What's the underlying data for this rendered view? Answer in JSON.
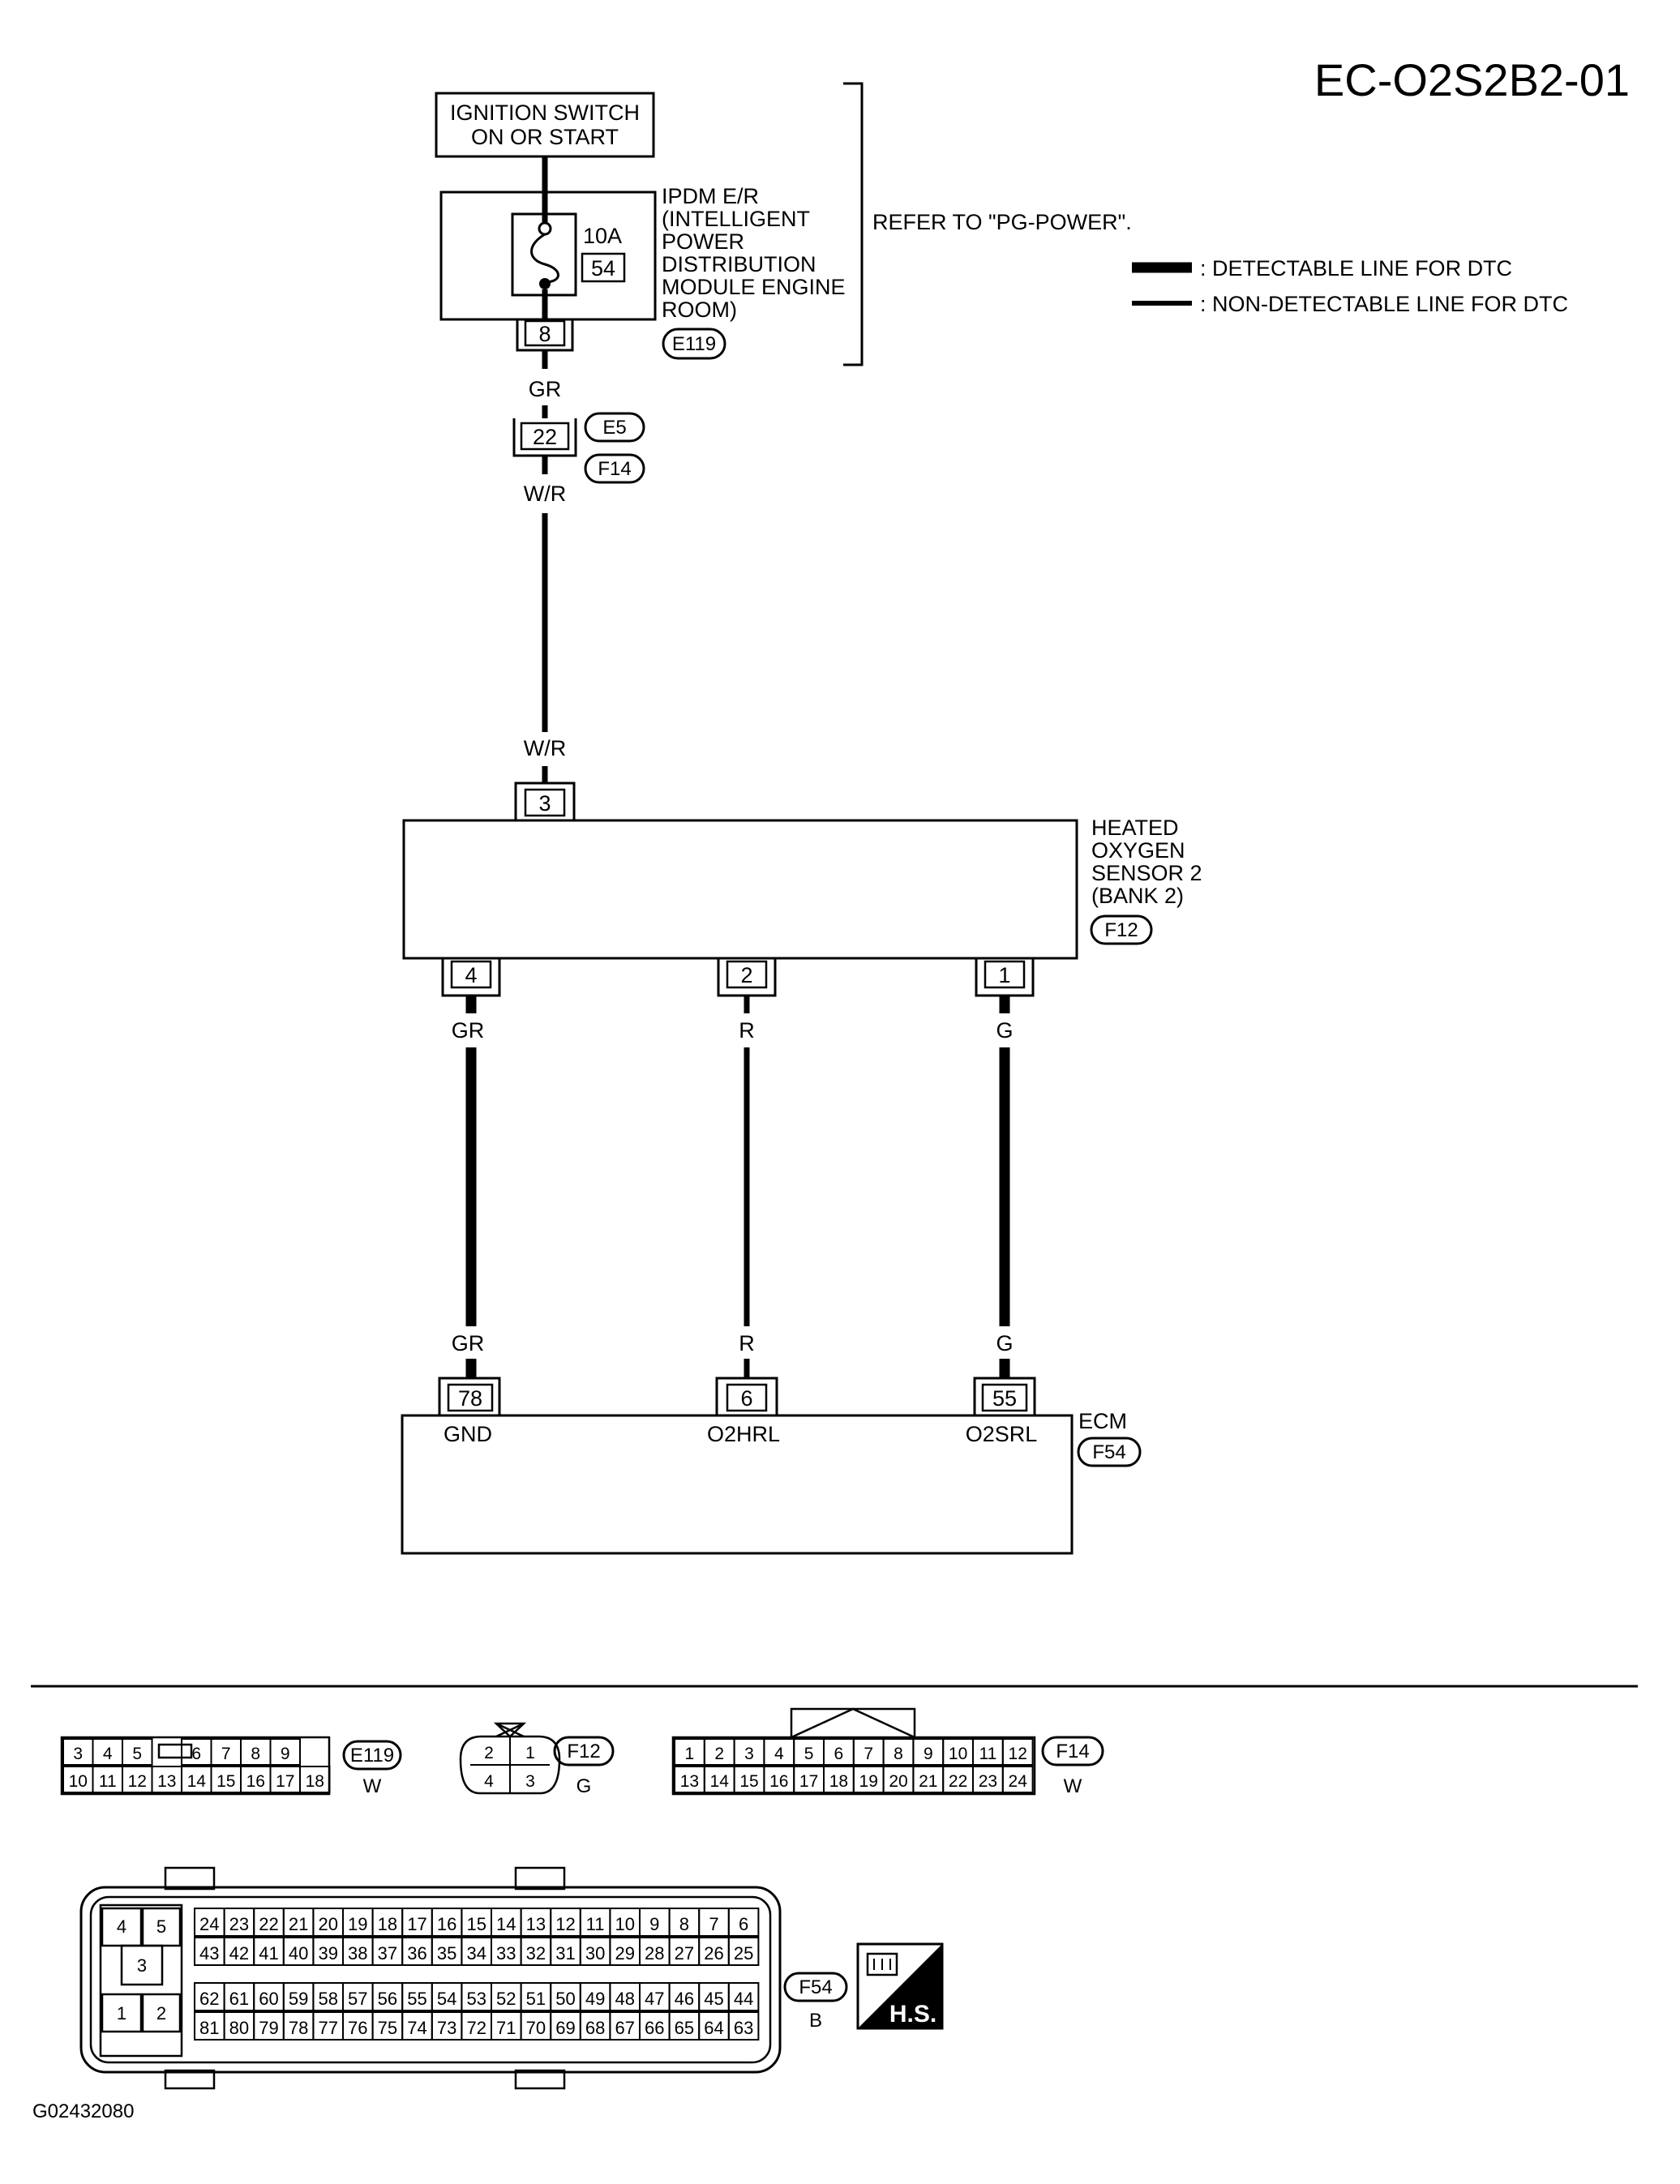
{
  "page": {
    "title": "EC-O2S2B2-01",
    "figure_id": "G02432080"
  },
  "ignition_switch": {
    "line1": "IGNITION SWITCH",
    "line2": "ON OR START"
  },
  "ipdm": {
    "lines": [
      "IPDM E/R",
      "(INTELLIGENT",
      "POWER",
      "DISTRIBUTION",
      "MODULE ENGINE",
      "ROOM)"
    ],
    "fuse_rating": "10A",
    "fuse_number": "54",
    "terminal": "8",
    "connector": "E119",
    "refer_note": "REFER TO \"PG-POWER\"."
  },
  "legend": {
    "detectable": ": DETECTABLE LINE FOR DTC",
    "non_detectable": ": NON-DETECTABLE LINE FOR DTC"
  },
  "harness_joint": {
    "wire_in": "GR",
    "terminal": "22",
    "connector_top": "E5",
    "connector_bottom": "F14",
    "wire_out": "W/R"
  },
  "sensor": {
    "wire_in": "W/R",
    "terminal_top": "3",
    "lines": [
      "HEATED",
      "OXYGEN",
      "SENSOR 2",
      "(BANK 2)"
    ],
    "connector": "F12"
  },
  "wires": [
    {
      "sensor_terminal": "4",
      "color_top": "GR",
      "color_bottom": "GR",
      "ecm_terminal": "78",
      "ecm_label": "GND"
    },
    {
      "sensor_terminal": "2",
      "color_top": "R",
      "color_bottom": "R",
      "ecm_terminal": "6",
      "ecm_label": "O2HRL"
    },
    {
      "sensor_terminal": "1",
      "color_top": "G",
      "color_bottom": "G",
      "ecm_terminal": "55",
      "ecm_label": "O2SRL"
    }
  ],
  "ecm": {
    "label": "ECM",
    "connector": "F54"
  },
  "connector_views": {
    "e119": {
      "id": "E119",
      "color": "W",
      "row1": [
        "3",
        "4",
        "5",
        "",
        "6",
        "7",
        "8",
        "9"
      ],
      "row2": [
        "10",
        "11",
        "12",
        "13",
        "14",
        "15",
        "16",
        "17",
        "18"
      ]
    },
    "f12": {
      "id": "F12",
      "color": "G",
      "pins": [
        "2",
        "1",
        "4",
        "3"
      ]
    },
    "f14": {
      "id": "F14",
      "color": "W",
      "row1": [
        "1",
        "2",
        "3",
        "4",
        "5",
        "6",
        "7",
        "8",
        "9",
        "10",
        "11",
        "12"
      ],
      "row2": [
        "13",
        "14",
        "15",
        "16",
        "17",
        "18",
        "19",
        "20",
        "21",
        "22",
        "23",
        "24"
      ]
    },
    "f54": {
      "id": "F54",
      "color": "B",
      "power_pins": [
        "4",
        "5",
        "3",
        "1",
        "2"
      ],
      "row1": [
        "24",
        "23",
        "22",
        "21",
        "20",
        "19",
        "18",
        "17",
        "16",
        "15",
        "14",
        "13",
        "12",
        "11",
        "10",
        "9",
        "8",
        "7",
        "6"
      ],
      "row2": [
        "43",
        "42",
        "41",
        "40",
        "39",
        "38",
        "37",
        "36",
        "35",
        "34",
        "33",
        "32",
        "31",
        "30",
        "29",
        "28",
        "27",
        "26",
        "25"
      ],
      "row3": [
        "62",
        "61",
        "60",
        "59",
        "58",
        "57",
        "56",
        "55",
        "54",
        "53",
        "52",
        "51",
        "50",
        "49",
        "48",
        "47",
        "46",
        "45",
        "44"
      ],
      "row4": [
        "81",
        "80",
        "79",
        "78",
        "77",
        "76",
        "75",
        "74",
        "73",
        "72",
        "71",
        "70",
        "69",
        "68",
        "67",
        "66",
        "65",
        "64",
        "63"
      ]
    },
    "hs_label": "H.S."
  }
}
